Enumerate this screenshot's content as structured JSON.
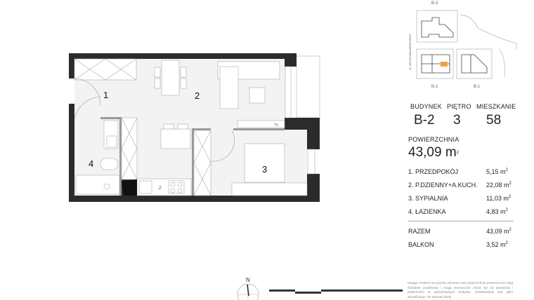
{
  "site_map": {
    "buildings": [
      "B-3",
      "B-2",
      "B-1"
    ],
    "street": "UL. MIROSŁAWA DERECKIEGO",
    "highlight_color": "#f0a04b"
  },
  "plan": {
    "rooms": [
      "1",
      "2",
      "3",
      "4"
    ],
    "tv_label": "TV",
    "fridge_label": "Z"
  },
  "details": {
    "building_label": "BUDYNEK",
    "building": "B-2",
    "floor_label": "PIĘTRO",
    "floor": "3",
    "apartment_label": "MIESZKANIE",
    "apartment": "58",
    "area_label": "POWIERZCHNIA",
    "area": "43,09 m",
    "unit_sup": "2",
    "rooms": [
      {
        "name": "1. PRZEDPOKÓJ",
        "area": "5,15 m"
      },
      {
        "name": "2. P.DZIENNY+A.KUCH.",
        "area": "22,08 m"
      },
      {
        "name": "3. SYPIALNIA",
        "area": "11,03 m"
      },
      {
        "name": "4. ŁAZIENKA",
        "area": "4,83 m"
      }
    ],
    "total_label": "RAZEM",
    "total": "43,09 m",
    "balcony_label": "BALKON",
    "balcony": "3,52 m"
  },
  "compass": {
    "north": "N"
  },
  "note": "Uwaga: Podane na rysunku wymiary oraz powierzchnie pomieszczeń mają charakter projektowy i mogą nieznacznie różnić się od wymiarów i powierzchni w wybudowanym budynku. Umeblowanie jest tylko wizualizacją i nie stanowi oferty"
}
